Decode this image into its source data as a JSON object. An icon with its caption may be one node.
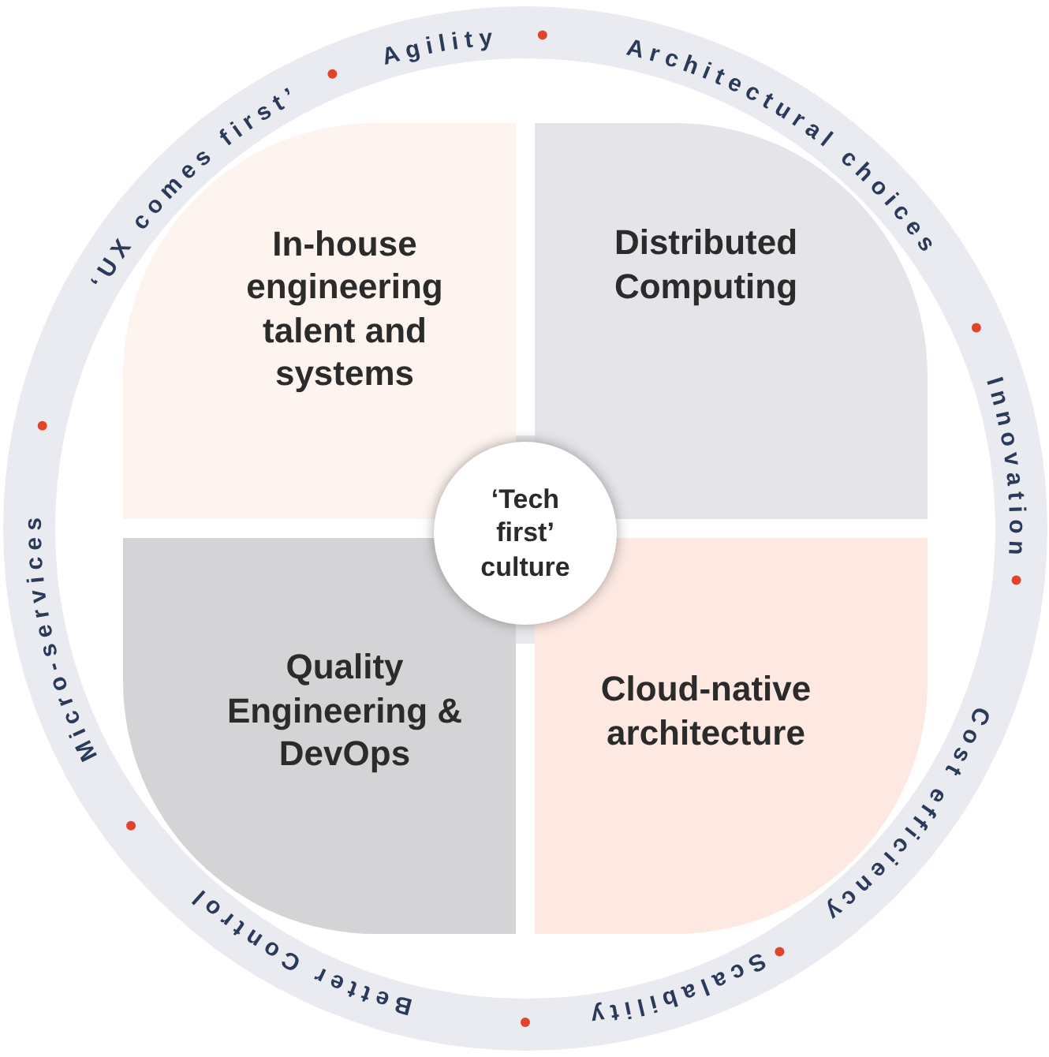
{
  "diagram": {
    "nodes": [
      {
        "text": [
          "In-house engineering talent and systems"
        ]
      },
      {
        "text": [
          "Distributed Computing"
        ]
      },
      {
        "text": [
          "‘Tech first’ culture"
        ]
      },
      {
        "text": [
          "Quality Engineering & DevOps"
        ]
      },
      {
        "text": [
          "Cloud-native architecture"
        ]
      }
    ],
    "labels": [
      "‘UX comes first’",
      "Agility",
      "Architectural choices",
      "Innovation",
      "Cost efficiency",
      "Scalability",
      "Better Control",
      "Micro-services"
    ]
  }
}
